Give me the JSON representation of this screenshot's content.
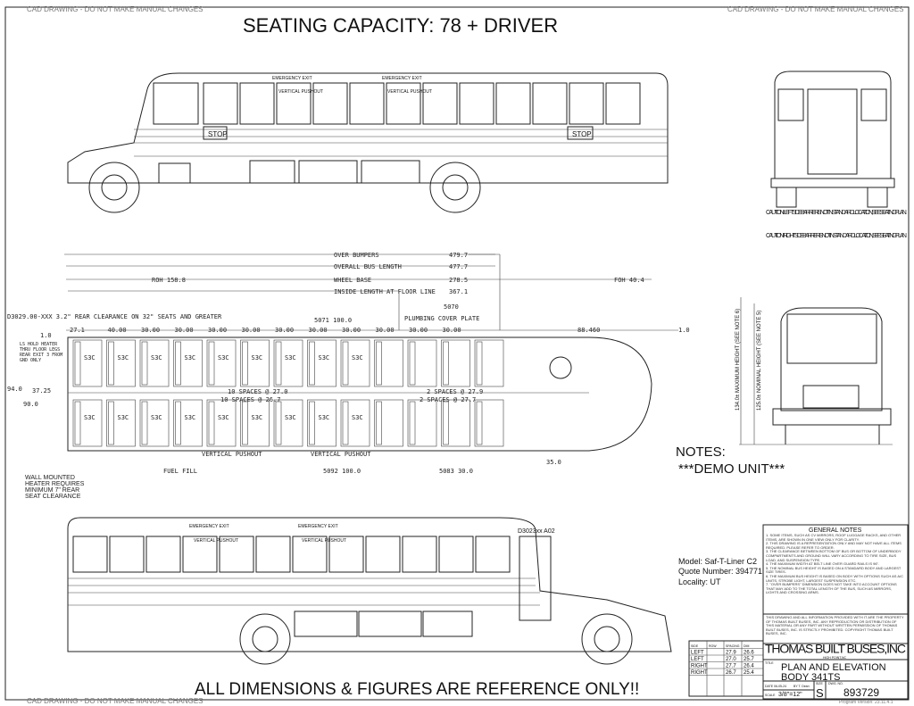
{
  "watermark": "CAD DRAWING - DO NOT MAKE MANUAL CHANGES",
  "title": "SEATING CAPACITY: 78 + DRIVER",
  "footer_warning": "ALL DIMENSIONS & FIGURES ARE REFERENCE ONLY!!",
  "program_version": "Program Version: 23.11.4.1",
  "side_view_top": {
    "emergency_exit_1": "EMERGENCY EXIT",
    "emergency_exit_2": "EMERGENCY EXIT",
    "pushout_1": "VERTICAL PUSHOUT",
    "pushout_2": "VERTICAL PUSHOUT",
    "stop_1": "STOP",
    "stop_2": "STOP"
  },
  "side_view_bottom": {
    "emergency_exit_1": "EMERGENCY EXIT",
    "emergency_exit_2": "EMERGENCY EXIT",
    "pushout_1": "VERTICAL PUSHOUT",
    "pushout_2": "VERTICAL PUSHOUT",
    "door_code": "D3023xx A02"
  },
  "cautions": [
    "CAUTION! - LEFT SIDE BARRIER IS NOT IN STANDARD LOCATION, SEE SEATING PLAN.",
    "CAUTION! - RIGHT SIDE BARRIER IS NOT IN STANDARD LOCATION, SEE SEATING PLAN."
  ],
  "dimensions": {
    "over_bumpers": {
      "label": "OVER BUMPERS",
      "value": "479.7"
    },
    "overall_length": {
      "label": "OVERALL BUS LENGTH",
      "value": "477.7"
    },
    "wheel_base": {
      "label": "WHEEL BASE",
      "value": "278.5"
    },
    "roh": "ROH  158.8",
    "foh": "FOH  40.4",
    "inside_length": {
      "label": "INSIDE LENGTH AT FLOOR LINE",
      "value": "367.1"
    },
    "seat_spacing": [
      "27.1",
      "40.00",
      "30.00",
      "30.00",
      "30.00",
      "30.00",
      "30.00",
      "30.00",
      "30.00",
      "30.00",
      "30.00",
      "30.00"
    ],
    "front_gap": "88.460",
    "end_gap": "1.0",
    "left_spaces": "10 SPACES @ 27.0",
    "right_spaces": "10 SPACES @ 26.7",
    "left_spaces_2": "2 SPACES @ 27.9",
    "right_spaces_2": "2 SPACES @ 27.7",
    "step_35": "35.0",
    "dim_5071": "5071\n100.0",
    "dim_5092": "5092 100.0",
    "dim_5083": "5083 30.0",
    "dim_5070": "5070",
    "width_94": "94.0",
    "width_90": "90.0",
    "aisle_37": "37.25",
    "rear_1": "1.0",
    "clearance_note": "D3029.00-XXX 3.2\" REAR CLEARANCE ON 32\" SEATS AND GREATER",
    "plumbing": "PLUMBING COVER PLATE",
    "ls_hold": "LS HOLD HEATER THRU FLOOR LEGS REAR EXIT 3 FROM GND ONLY",
    "heater_note": "WALL MOUNTED HEATER REQUIRES MINIMUM 7\" REAR SEAT CLEARANCE",
    "fuel_fill": "FUEL FILL",
    "pushout_left": "VERTICAL PUSHOUT",
    "pushout_right": "VERTICAL PUSHOUT",
    "seat_label": "S3C",
    "max_height": "134.0± MAXIMUM HEIGHT (SEE NOTE 6)",
    "nominal_height": "125.0± NOMINAL HEIGHT (SEE NOTE 5)"
  },
  "notes_label": "NOTES:",
  "demo_unit": "***DEMO UNIT***",
  "model_info": {
    "model": "Model: Saf-T-Liner C2",
    "quote": "Quote Number: 394771",
    "locality": "Locality: UT"
  },
  "general_notes": {
    "heading": "GENERAL NOTES",
    "items": [
      "1. SOME ITEMS, SUCH AS CV MIRRORS, ROOF LUGGAGE RACKS, AND OTHER ITEMS, ARE SHOWN IN ONE VIEW ONLY FOR CLARITY.",
      "2. THIS DRAWING IS A REPRESENTATION ONLY AND MAY NOT HAVE ALL ITEMS REQUIRED. PLEASE REFER TO ORDER.",
      "3. THE CLEARANCE BETWEEN BOTTOM OF BUS OR BOTTOM OF UNDERBODY COMPARTMENTS AND GROUND WILL VARY ACCORDING TO TIRE SIZE, BUS LOAD, AND SUSPENSION TYPE.",
      "4. THE MAXIMUM WIDTH AT BELT LINE OVER GUARD RAILS IS 96\".",
      "5. THE NOMINAL BUS HEIGHT IS BASED ON A STANDARD BODY AND LARGEST SIZE TIRES.",
      "6. THE MAXIMUM BUS HEIGHT IS BASED ON BODY WITH OPTIONS SUCH AS A/C UNITS, STROBE LIGHT, LARGEST SUSPENSION ETC.",
      "7. \"OVER BUMPERS\" DIMENSION DOES NOT TAKE INTO ACCOUNT OPTIONS THAT MAY ADD TO THE TOTAL LENGTH OF THE BUS, SUCH AS MIRRORS, LIGHTS AND CROSSING ARMS."
    ],
    "copyright": "THIS DRAWING AND ALL INFORMATION PROVIDED WITH IT ARE THE PROPERTY OF THOMAS BUILT BUSES, INC. ANY REPRODUCTION OR DISTRIBUTION OF THIS MATERIAL OR ANY PART WITHOUT WRITTEN PERMISSION OF THOMAS BUILT BUSES, INC. IS STRICTLY PROHIBITED. COPYRIGHT THOMAS BUILT BUSES, INC."
  },
  "title_block": {
    "company": "THOMAS BUILT BUSES,INC",
    "location": "HIGH POINT,NC",
    "title_label": "TITLE",
    "title_line1": "PLAN AND ELEVATION",
    "title_line2": "BODY 341TS",
    "date": "DATE 06-05-24",
    "by": "BY T. Dean",
    "size_label": "SIZE",
    "size": "S",
    "dwg_label": "DWG. NO.",
    "dwg_no": "893729",
    "scale_label": "SCALE",
    "scale": "3/8\"=12\""
  },
  "side_table": {
    "headers": [
      "SIDE",
      "ROW",
      "SPACING",
      "DIM"
    ],
    "rows": [
      [
        "LEFT",
        "",
        "27.9",
        "26.6"
      ],
      [
        "LEFT",
        "",
        "27.0",
        "25.7"
      ],
      [
        "RIGHT",
        "",
        "27.7",
        "26.4"
      ],
      [
        "RIGHT",
        "",
        "26.7",
        "25.4"
      ]
    ]
  }
}
